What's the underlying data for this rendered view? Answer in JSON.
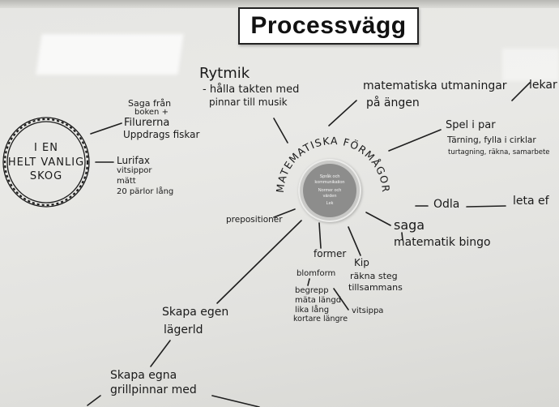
{
  "title": "Processvägg",
  "center_disc": {
    "line1": "Språk och",
    "line2": "kommunikation",
    "line3": "Normer och",
    "line4": "värden",
    "line5": "Lek"
  },
  "arc_label": "MATEMATISKA FÖRMÅGOR",
  "wreath": {
    "line1": "I EN",
    "line2": "HELT VANLIG",
    "line3": "SKOG"
  },
  "notes": {
    "saga_fran": "Saga från",
    "boken": "boken +",
    "filurerna": "Filurerna",
    "uppdrags": "Uppdrags fiskar",
    "lurifax": "Lurifax",
    "vitsippor": "vitsippor",
    "matt": "mätt",
    "parlor": "20 pärlor lång",
    "rytmik": "Rytmik",
    "halla": "- hålla takten med",
    "pinnar": "pinnar till musik",
    "matematiska": "matematiska utmaningar",
    "pa_angen": "på ängen",
    "lekar": "lekar",
    "spel": "Spel i par",
    "tarning": "Tärning, fylla i cirklar",
    "turtagning": "turtagning, räkna, samarbete",
    "odla": "Odla",
    "leta": "leta ef",
    "saga": "saga",
    "matematik_bingo": "matematik bingo",
    "prepositioner": "prepositioner",
    "former": "former",
    "blomform": "blomform",
    "begrepp": "begrepp",
    "mata_langd": "mäta längd",
    "lika_lang": "lika lång",
    "kortare": "kortare längre",
    "vitsippa": "vitsippa",
    "kip": "Kip",
    "rakna_steg": "räkna steg",
    "tillsammans": "tillsammans",
    "skapa_egen": "Skapa egen",
    "lagerld": "lägerld",
    "skapa_egna": "Skapa egna",
    "grillpinnar": "grillpinnar med"
  },
  "colors": {
    "board": "#e6e6e3",
    "ink": "#1a1a1a",
    "disc_outer": "#c9c9c7",
    "disc_inner": "#8d8d8c"
  }
}
